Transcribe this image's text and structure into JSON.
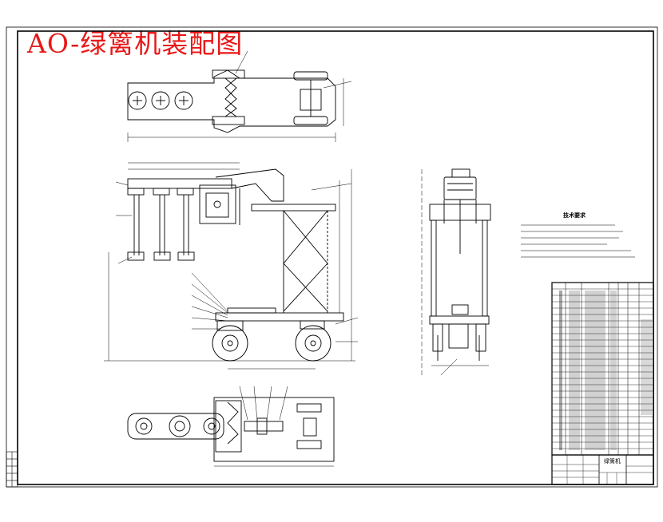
{
  "drawing": {
    "title": "AO-绿篱机装配图",
    "title_color": "#e81818",
    "line_color": "#000000",
    "tech_requirements_heading": "技术要求",
    "titleblock_label": "绿篱机"
  }
}
